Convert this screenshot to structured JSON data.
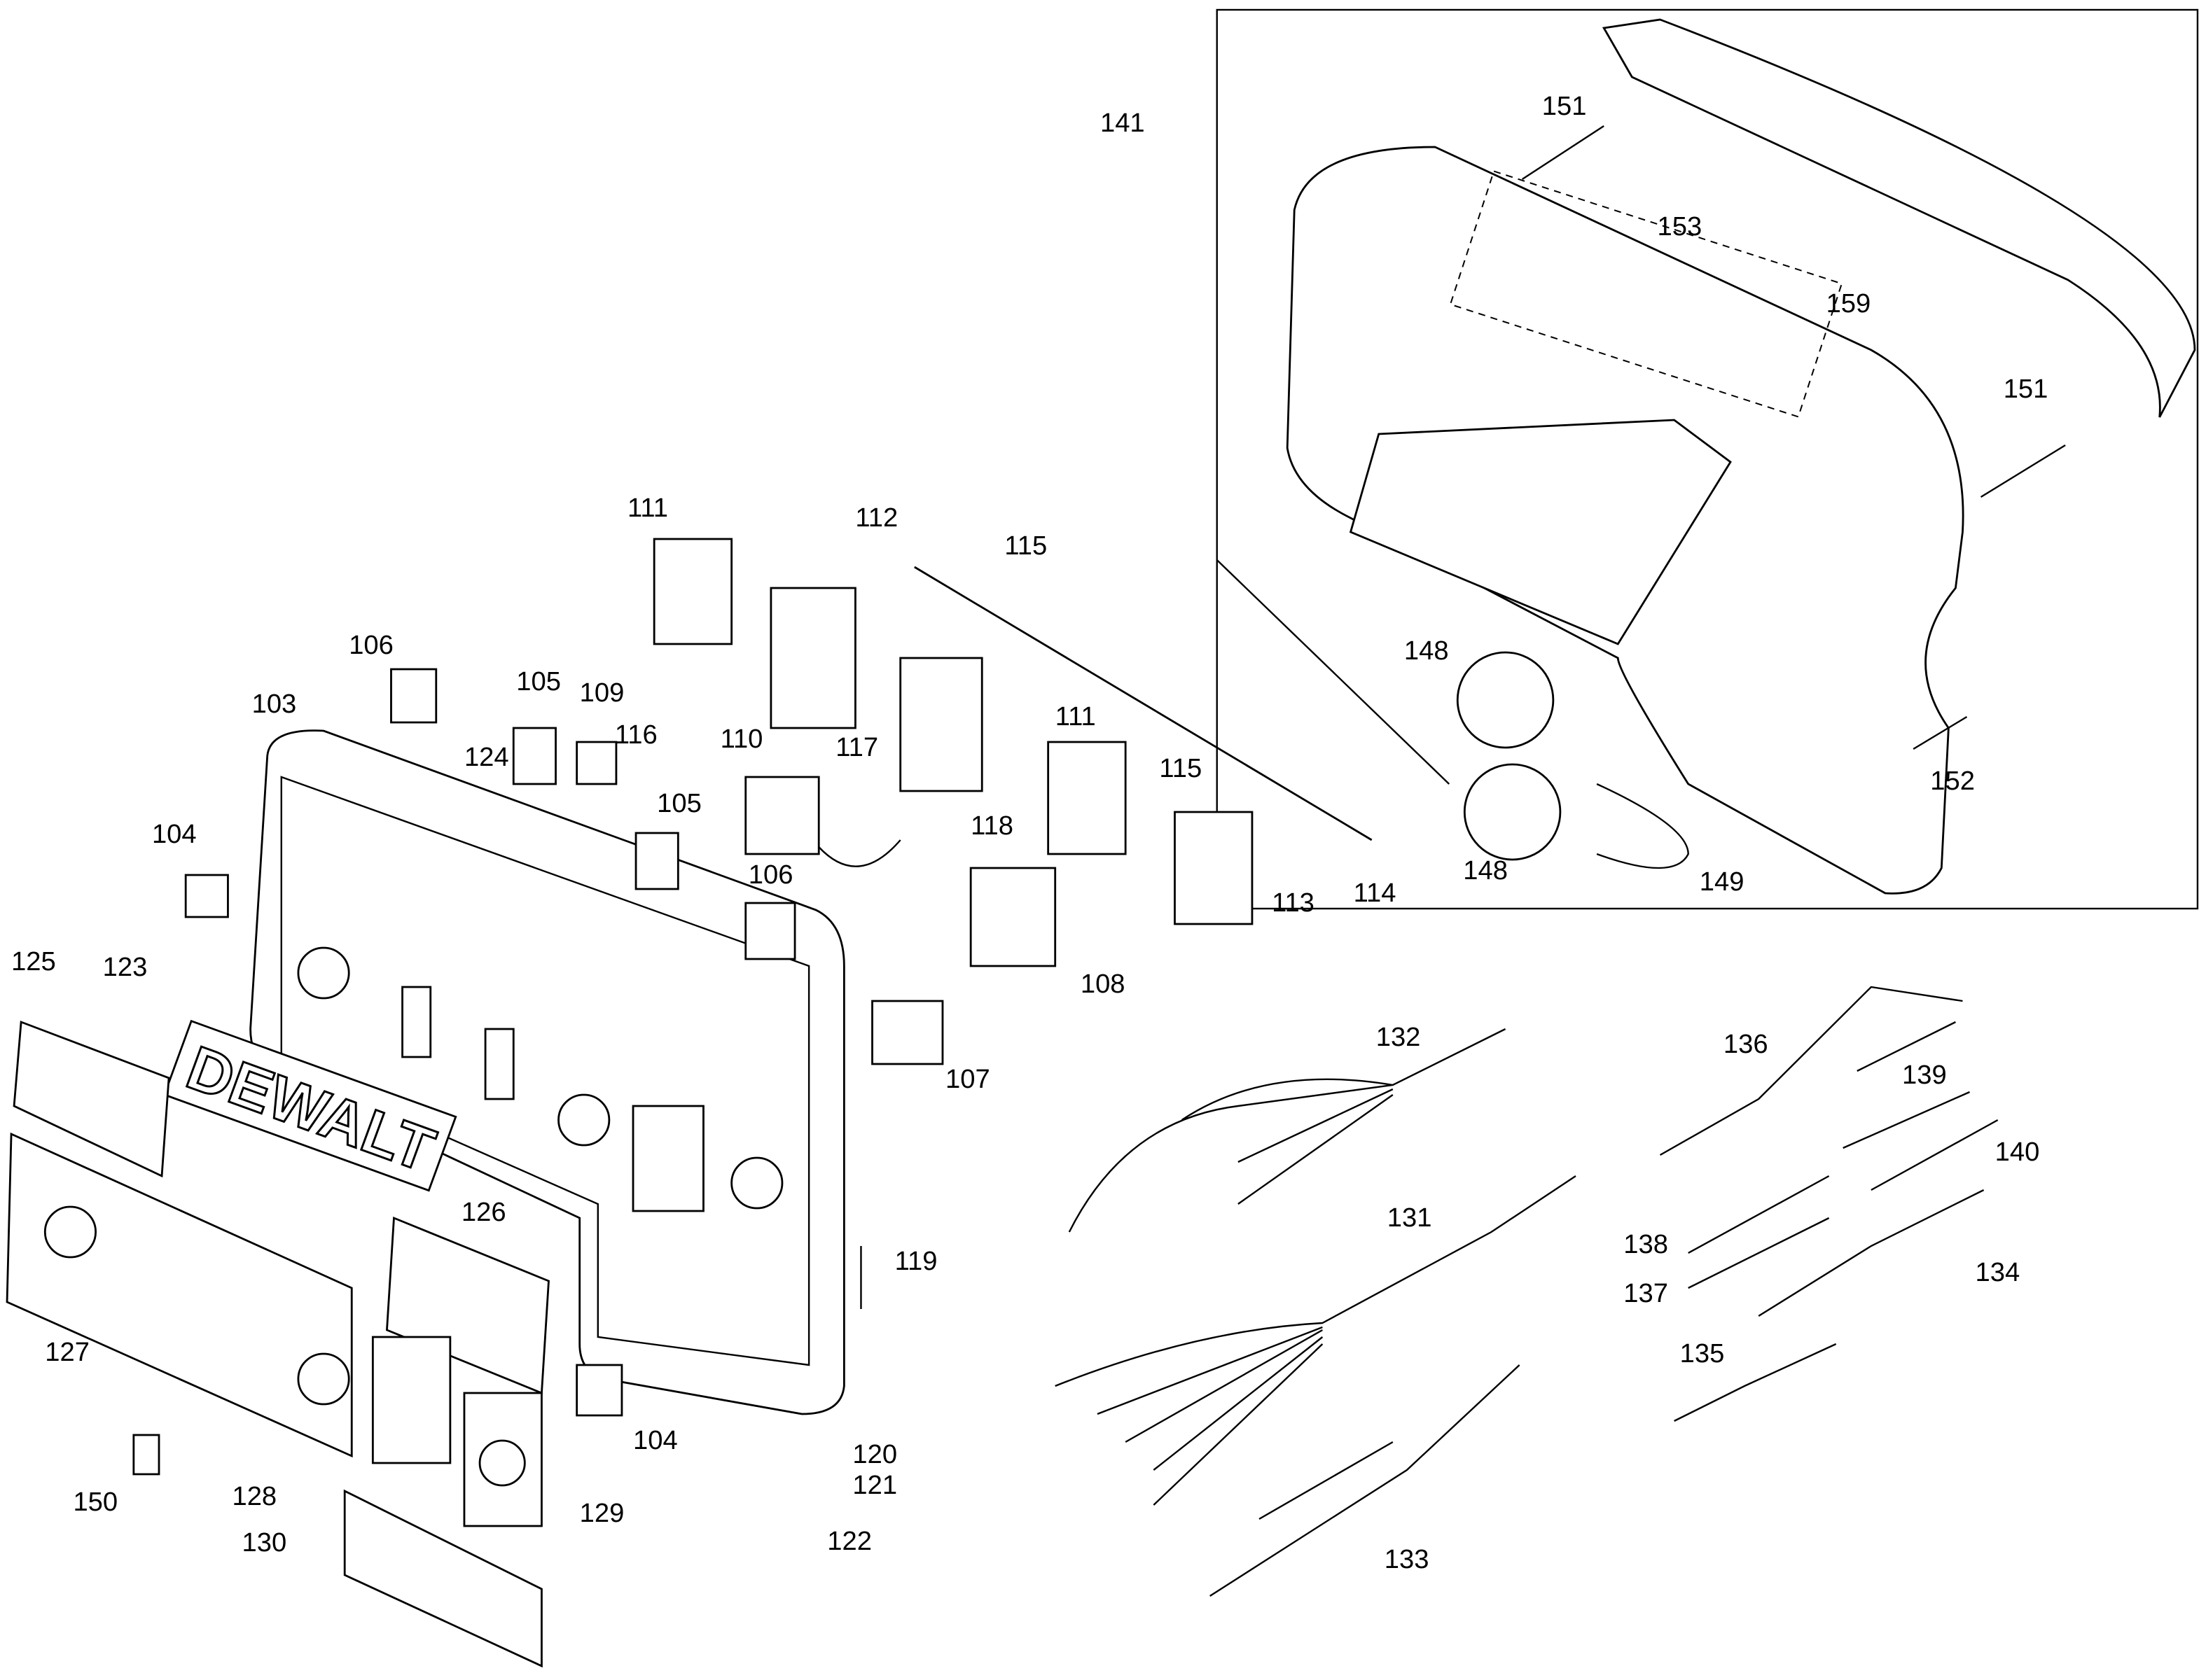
{
  "diagram": {
    "type": "exploded parts diagram",
    "brand_logo": "DEWALT",
    "part_labels": [
      "141",
      "151",
      "153",
      "159",
      "151",
      "148",
      "148",
      "149",
      "152",
      "111",
      "112",
      "115",
      "106",
      "105",
      "109",
      "116",
      "103",
      "124",
      "110",
      "117",
      "104",
      "105",
      "106",
      "118",
      "111",
      "115",
      "113",
      "114",
      "108",
      "107",
      "125",
      "123",
      "132",
      "136",
      "139",
      "140",
      "126",
      "131",
      "119",
      "138",
      "134",
      "137",
      "127",
      "104",
      "120",
      "121",
      "135",
      "150",
      "128",
      "129",
      "130",
      "122",
      "133"
    ]
  }
}
